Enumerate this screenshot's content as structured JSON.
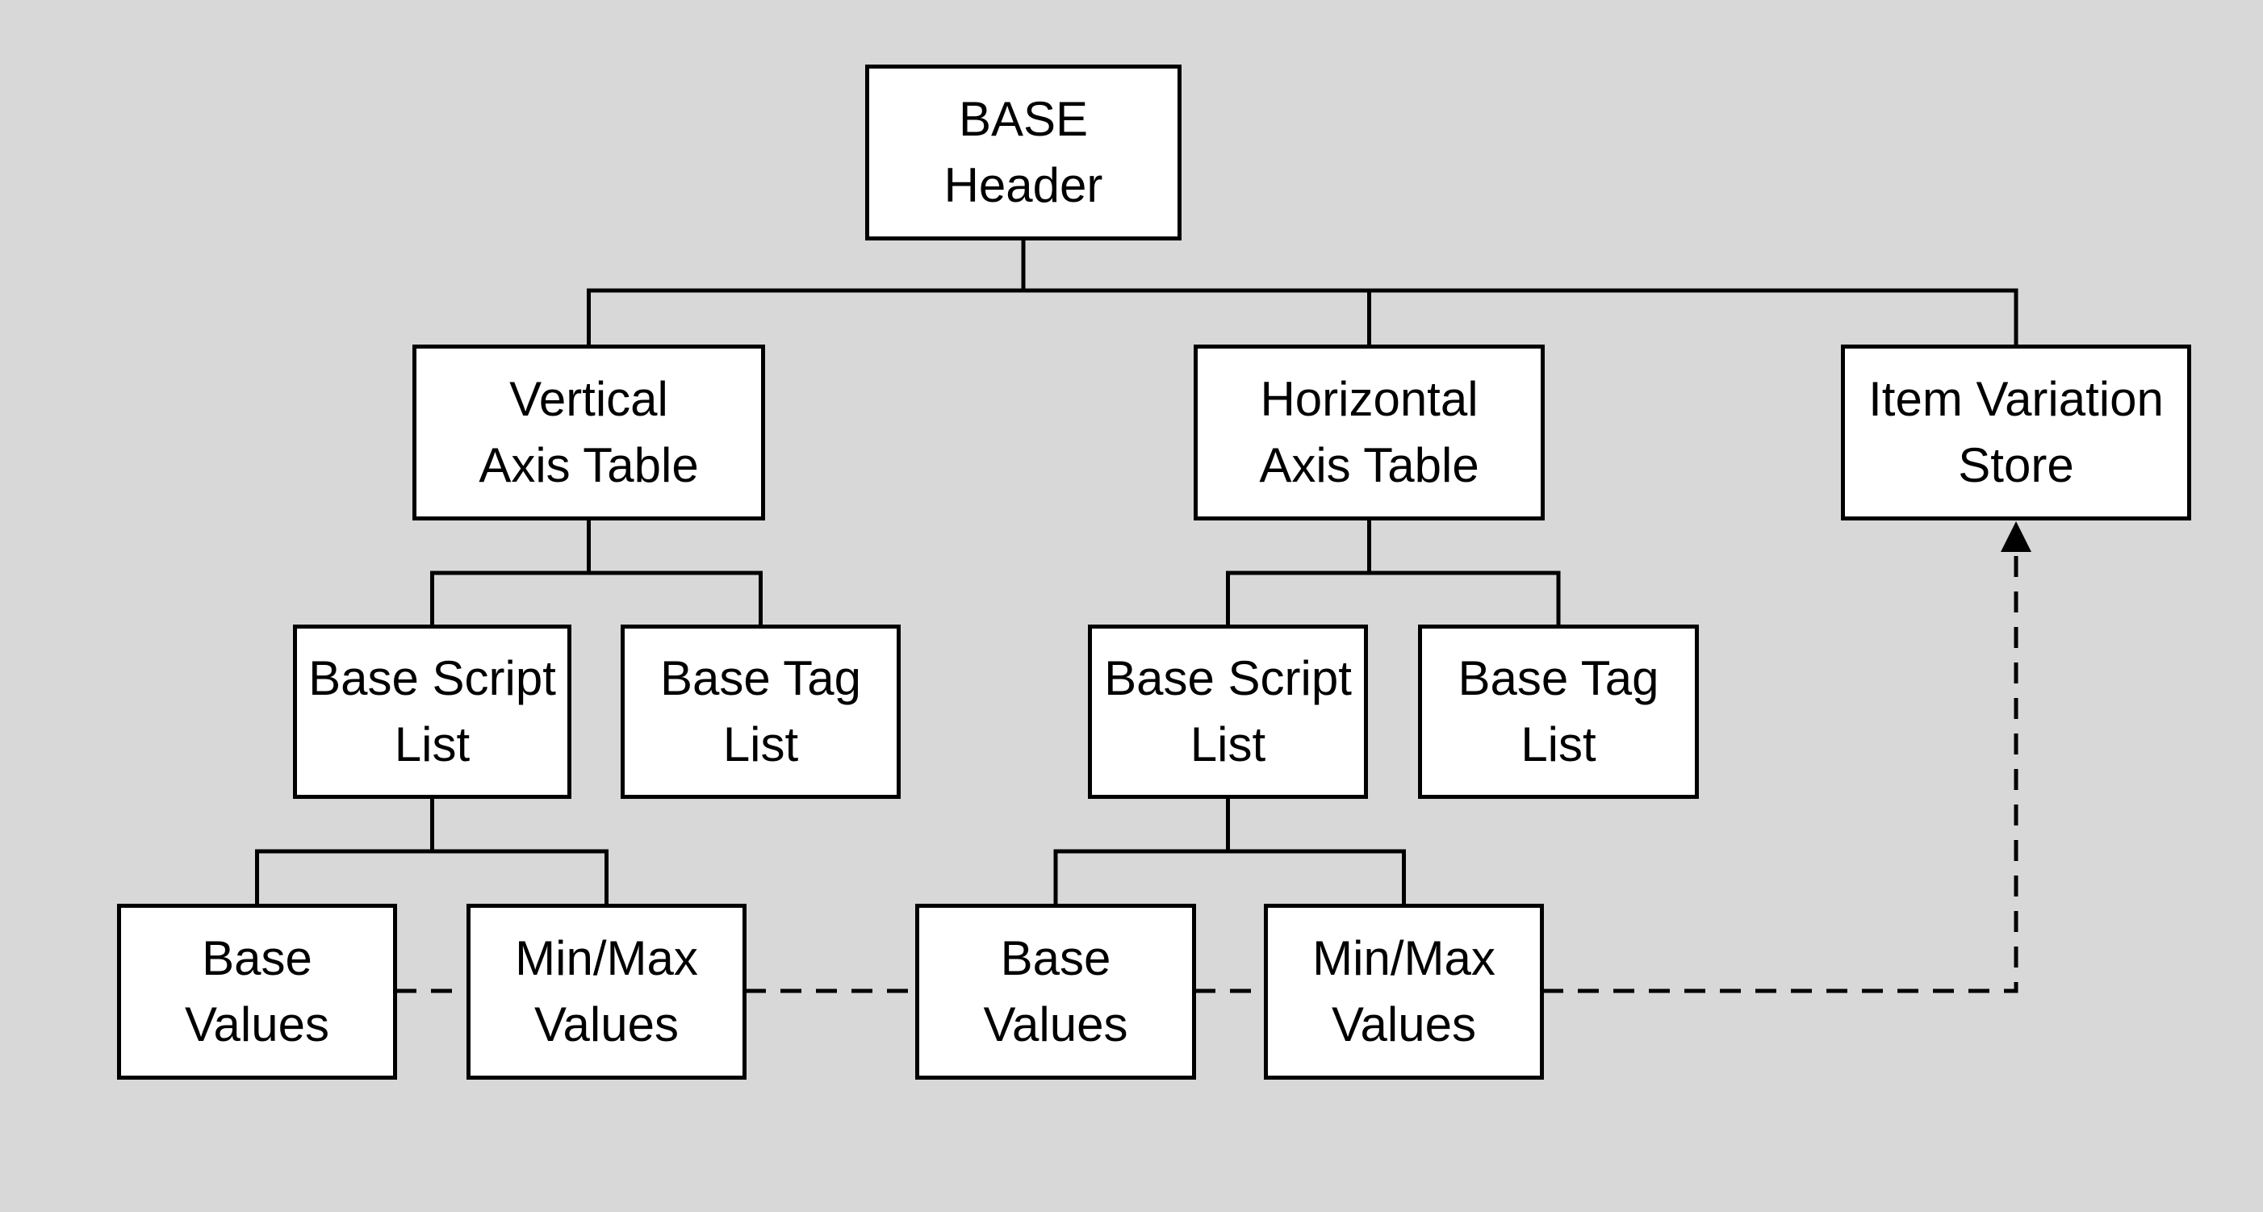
{
  "diagram_type": "tree-diagram",
  "colors": {
    "background": "#d8d8d8",
    "node_fill": "#ffffff",
    "node_border": "#000000",
    "connector": "#000000"
  },
  "nodes": {
    "base_header": {
      "label": "BASE\nHeader"
    },
    "vertical_axis_table": {
      "label": "Vertical\nAxis Table"
    },
    "horizontal_axis_table": {
      "label": "Horizontal\nAxis Table"
    },
    "item_variation_store": {
      "label": "Item Variation\nStore"
    },
    "base_script_list_vertical": {
      "label": "Base Script\nList"
    },
    "base_tag_list_vertical": {
      "label": "Base Tag\nList"
    },
    "base_script_list_horizontal": {
      "label": "Base Script\nList"
    },
    "base_tag_list_horizontal": {
      "label": "Base Tag\nList"
    },
    "base_values_vertical": {
      "label": "Base\nValues"
    },
    "minmax_values_vertical": {
      "label": "Min/Max\nValues"
    },
    "base_values_horizontal": {
      "label": "Base\nValues"
    },
    "minmax_values_horizontal": {
      "label": "Min/Max\nValues"
    }
  },
  "solid_edges": [
    [
      "base_header",
      "vertical_axis_table"
    ],
    [
      "base_header",
      "horizontal_axis_table"
    ],
    [
      "base_header",
      "item_variation_store"
    ],
    [
      "vertical_axis_table",
      "base_script_list_vertical"
    ],
    [
      "vertical_axis_table",
      "base_tag_list_vertical"
    ],
    [
      "horizontal_axis_table",
      "base_script_list_horizontal"
    ],
    [
      "horizontal_axis_table",
      "base_tag_list_horizontal"
    ],
    [
      "base_script_list_vertical",
      "base_values_vertical"
    ],
    [
      "base_script_list_vertical",
      "minmax_values_vertical"
    ],
    [
      "base_script_list_horizontal",
      "base_values_horizontal"
    ],
    [
      "base_script_list_horizontal",
      "minmax_values_horizontal"
    ]
  ],
  "dashed_chain": [
    "base_values_vertical",
    "minmax_values_vertical",
    "base_values_horizontal",
    "minmax_values_horizontal"
  ],
  "dashed_arrow_target": "item_variation_store"
}
